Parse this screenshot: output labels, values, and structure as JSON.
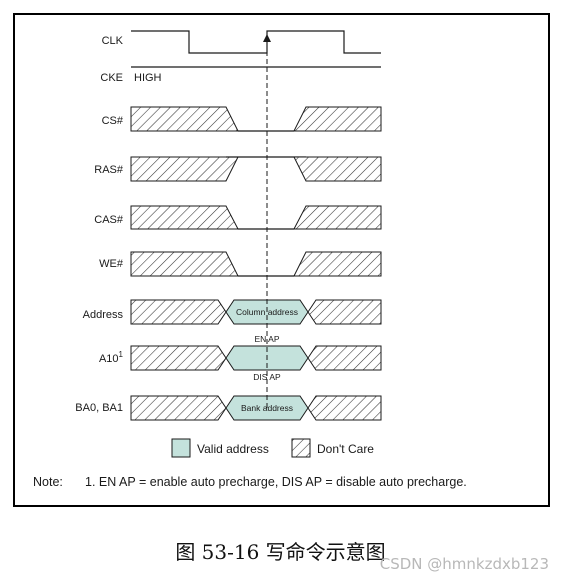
{
  "signals": {
    "clk": "CLK",
    "cke": "CKE",
    "cke_value": "HIGH",
    "cs": "CS#",
    "ras": "RAS#",
    "cas": "CAS#",
    "we": "WE#",
    "address": "Address",
    "a10": "A10",
    "a10_sup": "1",
    "ba": "BA0, BA1"
  },
  "bus_values": {
    "column_address": "Column address",
    "bank_address": "Bank address",
    "en_ap": "EN AP",
    "dis_ap": "DIS AP"
  },
  "legend": {
    "valid": "Valid address",
    "dont_care": "Don't Care"
  },
  "note": {
    "label": "Note:",
    "text": "1.  EN AP = enable auto precharge, DIS AP = disable auto precharge."
  },
  "caption": "图 53-16  写命令示意图",
  "watermark": "CSDN @hmnkzdxb123",
  "colors": {
    "valid_fill": "#c4e2dc",
    "line": "#1a1a1a"
  }
}
